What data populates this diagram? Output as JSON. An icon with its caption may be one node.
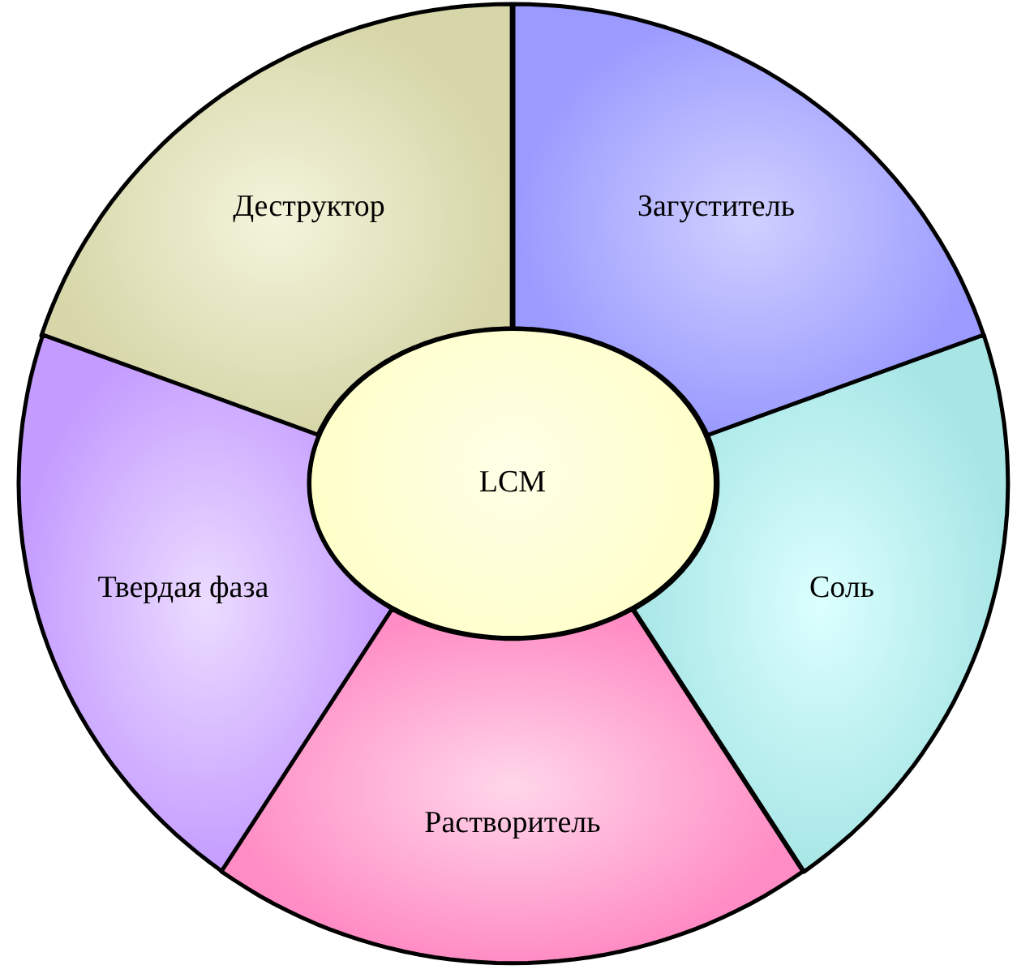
{
  "diagram": {
    "nodes": [
      {
        "text": [
          "Деструктор"
        ]
      },
      {
        "text": [
          "Загуститель"
        ]
      },
      {
        "text": [
          "LCM"
        ]
      },
      {
        "text": [
          "Твердая фаза"
        ]
      },
      {
        "text": [
          "Соль"
        ]
      },
      {
        "text": [
          "Растворитель"
        ]
      }
    ]
  }
}
